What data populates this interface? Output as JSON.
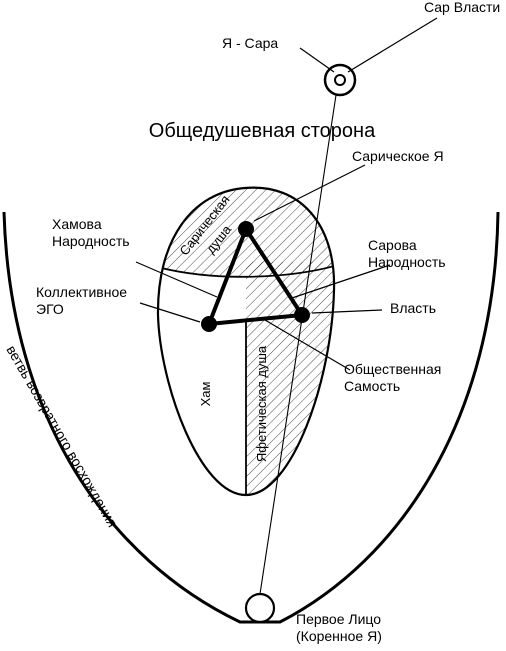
{
  "title": "Общедушевная сторона",
  "labels": {
    "sar_vlasti": "Сар Власти",
    "ya_sara": "Я - Сара",
    "saricheskoe_ya": "Сарическое Я",
    "khamova_1": "Хамова",
    "khamova_2": "Народность",
    "sarova_1": "Сарова",
    "sarova_2": "Народность",
    "kollektivnoe_1": "Коллективное",
    "kollektivnoe_2": "ЭГО",
    "vlast": "Власть",
    "obshch_1": "Общественная",
    "obshch_2": "Самость",
    "pervoe_1": "Первое Лицо",
    "pervoe_2": "(Коренное Я)"
  },
  "regions": {
    "saricheskaya_1": "Сарическая",
    "saricheskaya_2": "душа",
    "kham": "Хам",
    "yafeticheskaya": "Яфетическая душа"
  },
  "branch_label": "ветвь возвратного восхождения"
}
